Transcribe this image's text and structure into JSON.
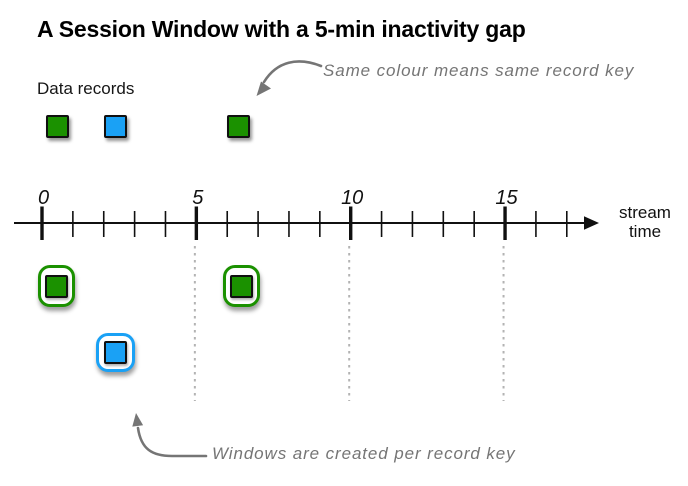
{
  "title": "A Session Window with a 5-min inactivity gap",
  "legend_label": "Data records",
  "annotations": {
    "top": "Same colour means same record key",
    "bottom": "Windows are created per record key"
  },
  "axis": {
    "label_line1": "stream",
    "label_line2": "time",
    "tick_labels": [
      "0",
      "5",
      "10",
      "15"
    ],
    "major_every": 5,
    "tick_count": 18,
    "gap_minutes": 5
  },
  "records": [
    {
      "key": "green",
      "time": 0.52
    },
    {
      "key": "blue",
      "time": 2.4
    },
    {
      "key": "green",
      "time": 6.38
    }
  ],
  "windows": [
    {
      "key": "green",
      "time": 0.47,
      "row": 0
    },
    {
      "key": "blue",
      "time": 2.38,
      "row": 1
    },
    {
      "key": "green",
      "time": 6.45,
      "row": 0
    }
  ],
  "colors": {
    "green": "#1b9100",
    "blue": "#1aa1f5",
    "annotation": "#757575",
    "axis": "#101010",
    "dotted_line": "#b3b3b3"
  }
}
